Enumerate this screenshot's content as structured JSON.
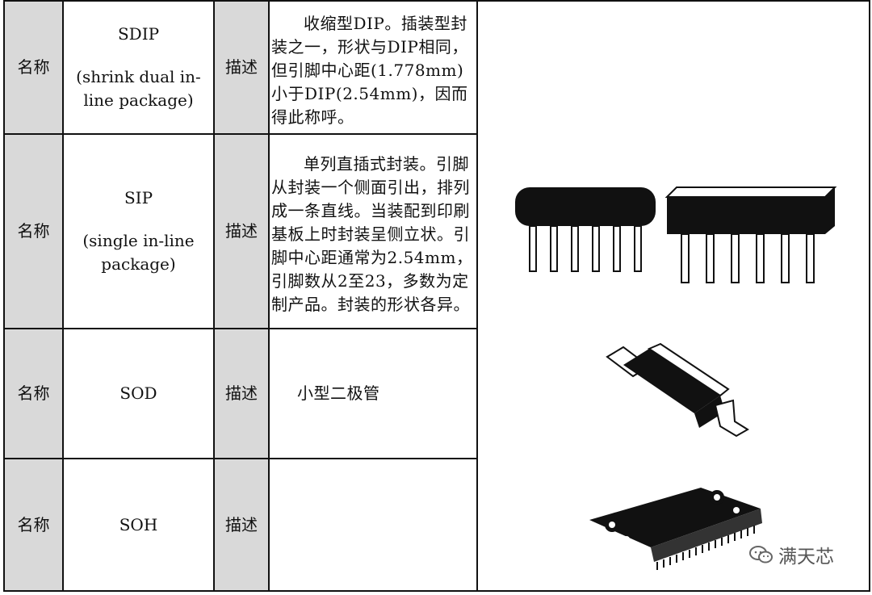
{
  "table": {
    "rows": [
      {
        "name_label": "名称",
        "name_code": "SDIP",
        "name_full": "(shrink dual in-line package)",
        "desc_label": "描述",
        "description": "收缩型DIP。插装型封装之一，形状与DIP相同，但引脚中心距(1.778mm)小于DIP(2.54mm)，因而得此称呼。"
      },
      {
        "name_label": "名称",
        "name_code": "SIP",
        "name_full": "(single in-line package)",
        "desc_label": "描述",
        "description": "单列直插式封装。引脚从封装一个侧面引出，排列成一条直线。当装配到印刷基板上时封装呈侧立状。引脚中心距通常为2.54mm，引脚数从2至23，多数为定制产品。封装的形状各异。"
      },
      {
        "name_label": "名称",
        "name_code": "SOD",
        "name_full": "",
        "desc_label": "描述",
        "description": "小型二极管"
      },
      {
        "name_label": "名称",
        "name_code": "SOH",
        "name_full": "",
        "desc_label": "描述",
        "description": ""
      }
    ]
  },
  "images": {
    "sip_package": "sip-package-illustration",
    "sod_package": "sod-diode-illustration",
    "soh_package": "soh-package-illustration"
  },
  "watermark": {
    "text": "满天芯",
    "icon": "wechat-icon"
  }
}
